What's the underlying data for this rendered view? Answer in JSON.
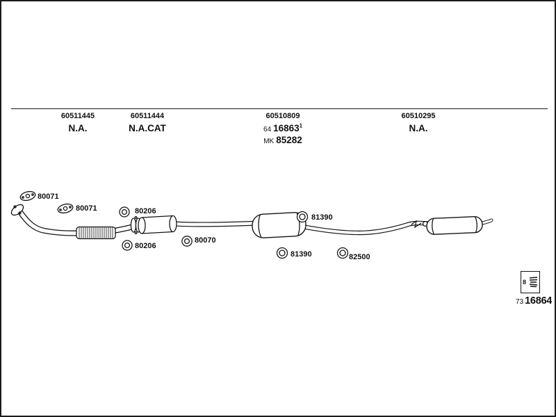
{
  "header": {
    "col1": {
      "ref": "60511445",
      "value": "N.A."
    },
    "col2": {
      "ref": "60511444",
      "value": "N.A.",
      "suffix": "CAT"
    },
    "col3": {
      "ref": "60510809",
      "prefix": "64",
      "number": "16863",
      "sup": "1",
      "line3_prefix": "MK",
      "line3_number": "85282"
    },
    "col4": {
      "ref": "60510295",
      "value": "N.A."
    }
  },
  "parts": [
    {
      "label": "80071"
    },
    {
      "label": "80071"
    },
    {
      "label": "80206"
    },
    {
      "label": "80206"
    },
    {
      "label": "80070"
    },
    {
      "label": "81390"
    },
    {
      "label": "81390"
    },
    {
      "label": "82500"
    }
  ],
  "stamp": {
    "digit": "8"
  },
  "footer": {
    "prefix": "73",
    "number": "16864"
  },
  "colors": {
    "ink": "#111111",
    "background": "#ffffff"
  }
}
